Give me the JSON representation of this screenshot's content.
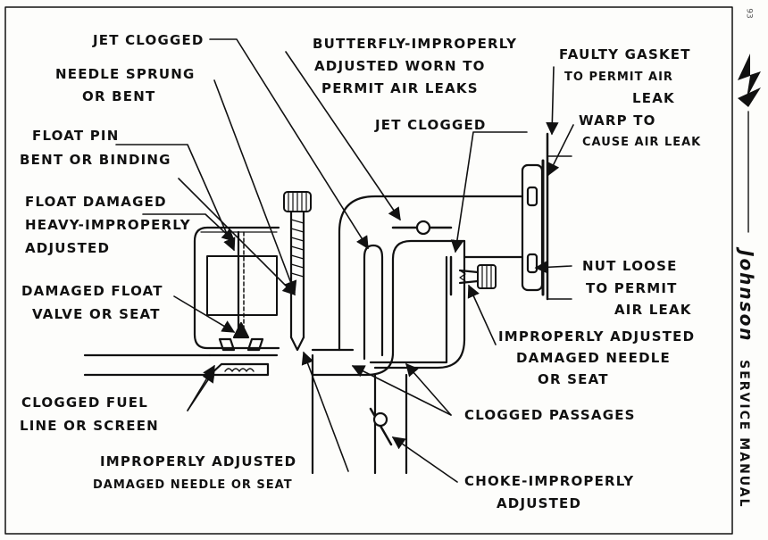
{
  "page_number": "93",
  "sidebar": {
    "brand": "Johnson",
    "subtitle": "SERVICE MANUAL"
  },
  "labels": {
    "jet_clogged_top": "JET CLOGGED",
    "needle_sprung_1": "NEEDLE SPRUNG",
    "needle_sprung_2": "OR BENT",
    "float_pin_1": "FLOAT PIN",
    "float_pin_2": "BENT OR BINDING",
    "float_damaged_1": "FLOAT DAMAGED",
    "float_damaged_2": "HEAVY-IMPROPERLY",
    "float_damaged_3": "ADJUSTED",
    "damaged_float_1": "DAMAGED FLOAT",
    "damaged_float_2": "VALVE OR SEAT",
    "clogged_fuel_1": "CLOGGED FUEL",
    "clogged_fuel_2": "LINE OR SCREEN",
    "improperly_adj_bottom_1": "IMPROPERLY ADJUSTED",
    "improperly_adj_bottom_2": "DAMAGED NEEDLE OR SEAT",
    "butterfly_1": "BUTTERFLY-IMPROPERLY",
    "butterfly_2": "ADJUSTED WORN TO",
    "butterfly_3": "PERMIT AIR LEAKS",
    "jet_clogged_mid": "JET CLOGGED",
    "faulty_gasket_1": "FAULTY GASKET",
    "faulty_gasket_2": "TO PERMIT AIR",
    "faulty_gasket_3": "LEAK",
    "warp_1": "WARP TO",
    "warp_2": "CAUSE AIR LEAK",
    "nut_loose_1": "NUT LOOSE",
    "nut_loose_2": "TO PERMIT",
    "nut_loose_3": "AIR LEAK",
    "improperly_adj_right_1": "IMPROPERLY ADJUSTED",
    "improperly_adj_right_2": "DAMAGED NEEDLE",
    "improperly_adj_right_3": "OR SEAT",
    "clogged_passages": "CLOGGED PASSAGES",
    "choke_1": "CHOKE-IMPROPERLY",
    "choke_2": "ADJUSTED"
  }
}
